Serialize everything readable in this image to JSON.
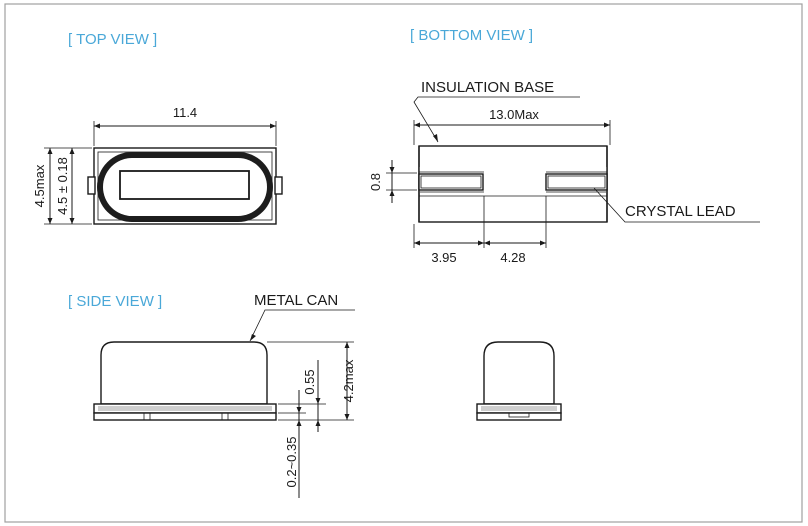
{
  "views": {
    "top": "[ TOP VIEW ]",
    "bottom": "[ BOTTOM  VIEW ]",
    "side": "[ SIDE VIEW ]"
  },
  "callouts": {
    "insulation_base": "INSULATION BASE",
    "crystal_lead": "CRYSTAL LEAD",
    "metal_can": "METAL CAN"
  },
  "dimensions": {
    "top_length": "11.4",
    "top_height_max": "4.5max",
    "top_height_tol": "4.5 ± 0.18",
    "bottom_length_max": "13.0Max",
    "bottom_pad_gap": "0.8",
    "bottom_pad_left": "3.95",
    "bottom_pad_mid": "4.28",
    "side_height_max": "4.2max",
    "side_base": "0.55",
    "side_standoff": "0.2~0.35"
  },
  "colors": {
    "title_blue": "#4aa8d8",
    "line": "#1a1a1a",
    "frame": "#a0a0a0"
  }
}
